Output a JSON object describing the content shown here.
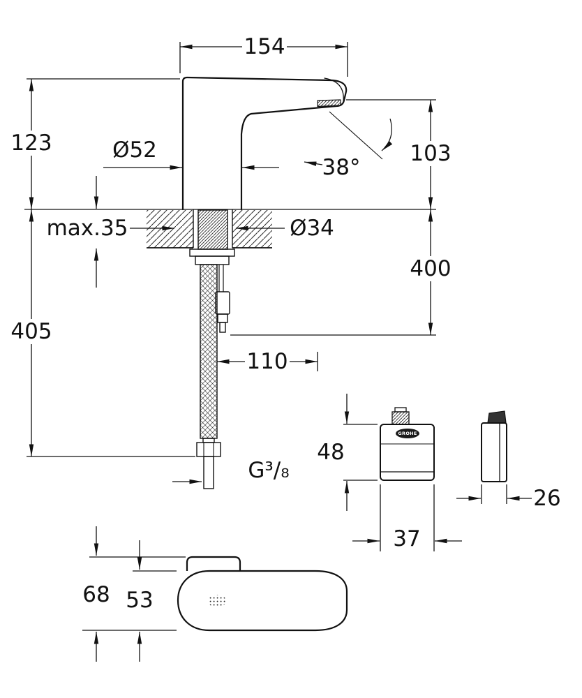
{
  "side_view": {
    "dim_spout_reach": "154",
    "dim_height_above_deck": "123",
    "dim_base_diameter": "Ø52",
    "dim_spray_angle": "38°",
    "dim_outlet_height": "103",
    "dim_max_deck_thickness": "max.35",
    "dim_hole_diameter": "Ø34",
    "dim_cable_length": "400",
    "dim_hose_length": "405",
    "dim_offset": "110",
    "thread_label": "G³/₈"
  },
  "control_box": {
    "dim_height": "48",
    "dim_width": "37",
    "dim_depth": "26",
    "logo": "GROHE"
  },
  "plan_view": {
    "dim_overall_width": "68",
    "dim_body_width": "53"
  }
}
